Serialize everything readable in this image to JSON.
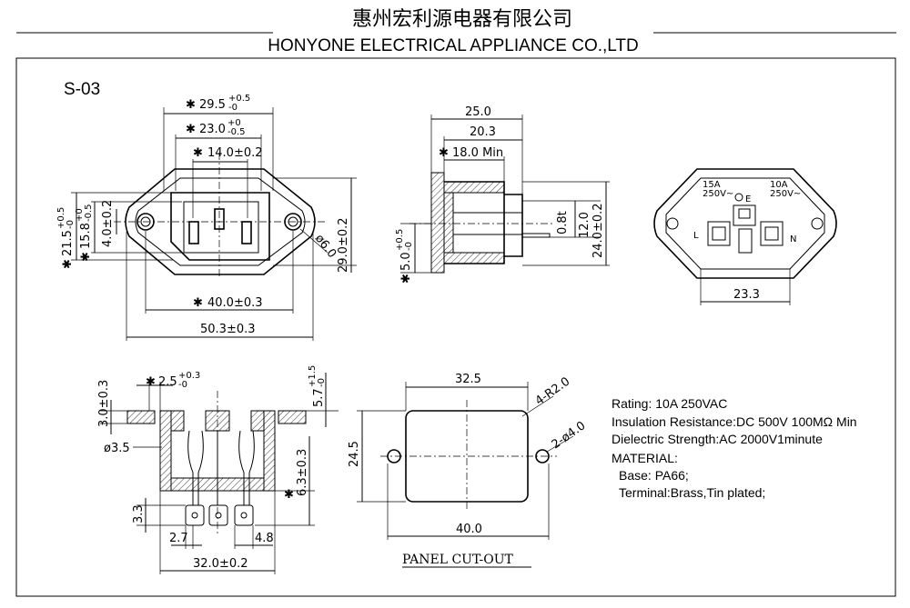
{
  "header": {
    "company_cn": "惠州宏利源电器有限公司",
    "company_en": "HONYONE  ELECTRICAL  APPLIANCE  CO.,LTD"
  },
  "model": "S-03",
  "front_view": {
    "d_29_5": "29.5",
    "d_29_5_tol_up": "+0.5",
    "d_29_5_tol_dn": "-0",
    "d_23_0": "23.0",
    "d_23_0_tol_up": "+0",
    "d_23_0_tol_dn": "-0.5",
    "d_14_0": "14.0±0.2",
    "d_21_5": "21.5",
    "d_21_5_tol_up": "+0.5",
    "d_21_5_tol_dn": "-0",
    "d_15_8": "15.8",
    "d_15_8_tol_up": "+0",
    "d_15_8_tol_dn": "-0.5",
    "d_4_0": "4.0±0.2",
    "d_29_0": "29.0±0.2",
    "d_phi6": "ø6.0",
    "d_40_0": "40.0±0.3",
    "d_50_3": "50.3±0.3",
    "star": "✱"
  },
  "side_view": {
    "d_25_0": "25.0",
    "d_20_3": "20.3",
    "d_18_0": "18.0 Min",
    "d_0_8": "0.8t",
    "d_12_0": "12.0",
    "d_24_0": "24.0±0.2",
    "d_5_0": "5.0",
    "d_5_0_tol_up": "+0.5",
    "d_5_0_tol_dn": "-0"
  },
  "rear_view": {
    "rating_left": "15A",
    "voltage_left": "250V~",
    "rating_right": "10A",
    "voltage_right": "250V~",
    "earth": "E",
    "live": "L",
    "neutral": "N",
    "d_23_3": "23.3"
  },
  "section_view": {
    "d_2_5": "2.5",
    "d_2_5_tol_up": "+0.3",
    "d_2_5_tol_dn": "-0",
    "d_3_0": "3.0±0.3",
    "d_phi3_5": "ø3.5",
    "d_5_7": "5.7",
    "d_5_7_tol_up": "+1.5",
    "d_5_7_tol_dn": "-0",
    "d_6_3": "6.3±0.3",
    "d_3_3": "3.3",
    "d_2_7": "2.7",
    "d_4_8": "4.8",
    "d_32_0": "32.0±0.2"
  },
  "panel_cutout": {
    "d_32_5": "32.5",
    "d_24_5": "24.5",
    "d_40_0": "40.0",
    "d_r2": "4-R2.0",
    "d_phi4": "2-ø4.0",
    "label": "PANEL  CUT-OUT"
  },
  "specs": {
    "rating": "Rating: 10A 250VAC",
    "insulation": "Insulation Resistance:DC 500V 100MΩ  Min",
    "dielectric": "Dielectric Strength:AC 2000V1minute",
    "material_title": "MATERIAL:",
    "base": "Base: PA66;",
    "terminal": "Terminal:Brass,Tin plated;"
  }
}
